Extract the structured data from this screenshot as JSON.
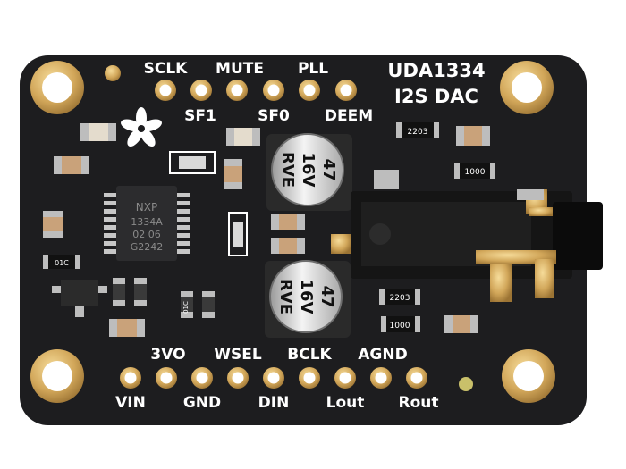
{
  "board": {
    "title_line1": "UDA1334",
    "title_line2": "I2S DAC",
    "pcb_color": "#1d1d1f",
    "gold_color": "#d8b060",
    "silkscreen_color": "#ffffff"
  },
  "top_pins": {
    "upper_labels": [
      "SCLK",
      "MUTE",
      "PLL"
    ],
    "lower_labels": [
      "SF1",
      "SF0",
      "DEEM"
    ]
  },
  "bottom_pins": {
    "upper_labels": [
      "3VO",
      "WSEL",
      "BCLK",
      "AGND"
    ],
    "lower_labels": [
      "VIN",
      "GND",
      "DIN",
      "Lout",
      "Rout"
    ]
  },
  "chip": {
    "line1": "NXP",
    "line2": "1334A",
    "line3": "02 06",
    "line4": "G2242"
  },
  "capacitors": [
    {
      "line1": "47",
      "line2": "16V",
      "line3": "RVE"
    },
    {
      "line1": "47",
      "line2": "16V",
      "line3": "RVE"
    }
  ],
  "resistor_codes": [
    "2203",
    "1000",
    "2203",
    "1000",
    "01C",
    "01C"
  ]
}
